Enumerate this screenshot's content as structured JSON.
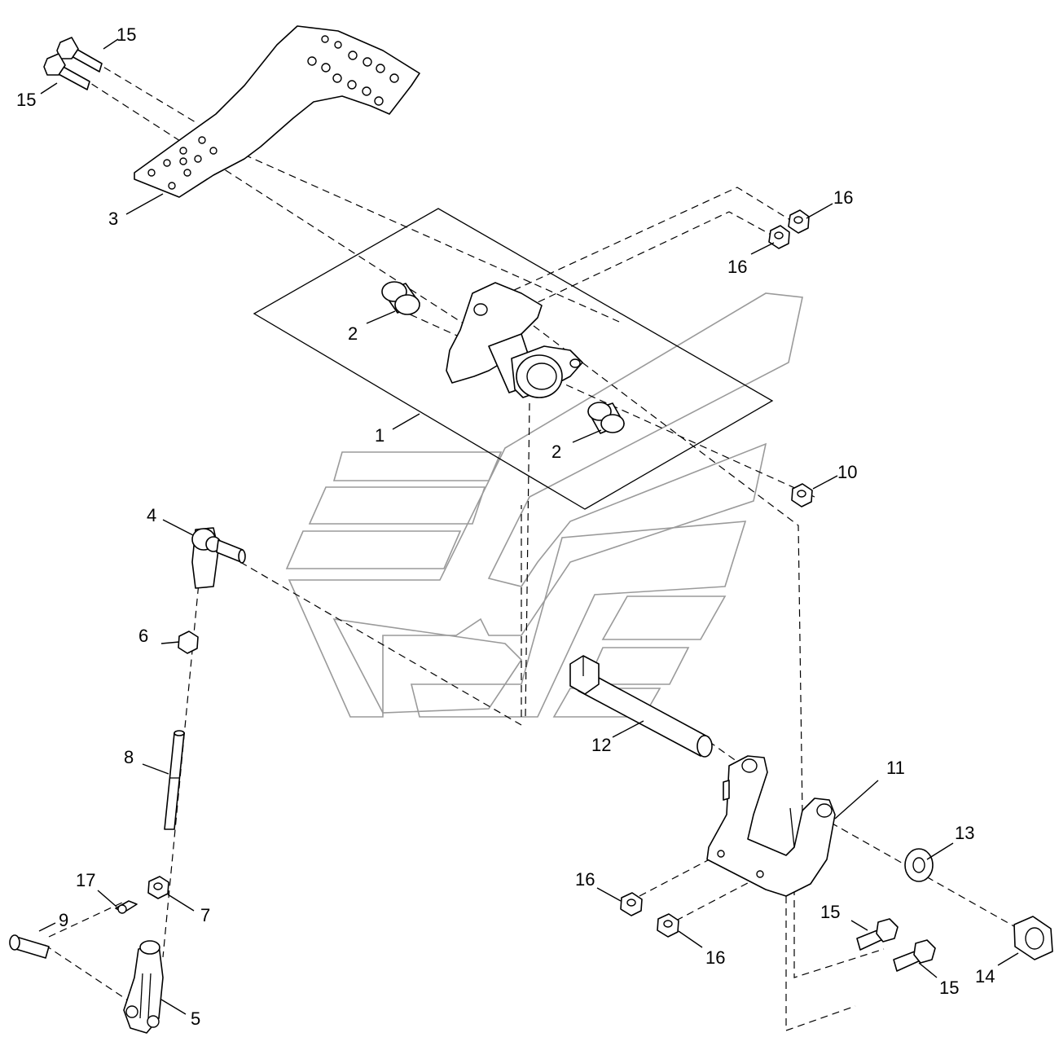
{
  "diagram": {
    "type": "exploded-parts-view",
    "callouts": [
      {
        "id": "c15a",
        "number": "15"
      },
      {
        "id": "c15b",
        "number": "15"
      },
      {
        "id": "c3",
        "number": "3"
      },
      {
        "id": "c16a",
        "number": "16"
      },
      {
        "id": "c16b",
        "number": "16"
      },
      {
        "id": "c2a",
        "number": "2"
      },
      {
        "id": "c1",
        "number": "1"
      },
      {
        "id": "c2b",
        "number": "2"
      },
      {
        "id": "c10",
        "number": "10"
      },
      {
        "id": "c4",
        "number": "4"
      },
      {
        "id": "c6",
        "number": "6"
      },
      {
        "id": "c12",
        "number": "12"
      },
      {
        "id": "c8",
        "number": "8"
      },
      {
        "id": "c11",
        "number": "11"
      },
      {
        "id": "c13",
        "number": "13"
      },
      {
        "id": "c17",
        "number": "17"
      },
      {
        "id": "c7",
        "number": "7"
      },
      {
        "id": "c9",
        "number": "9"
      },
      {
        "id": "c16c",
        "number": "16"
      },
      {
        "id": "c16d",
        "number": "16"
      },
      {
        "id": "c15c",
        "number": "15"
      },
      {
        "id": "c15d",
        "number": "15"
      },
      {
        "id": "c14",
        "number": "14"
      },
      {
        "id": "c5",
        "number": "5"
      }
    ],
    "colors": {
      "line": "#000000",
      "watermark": "#9a9a9a",
      "background": "#ffffff"
    }
  }
}
